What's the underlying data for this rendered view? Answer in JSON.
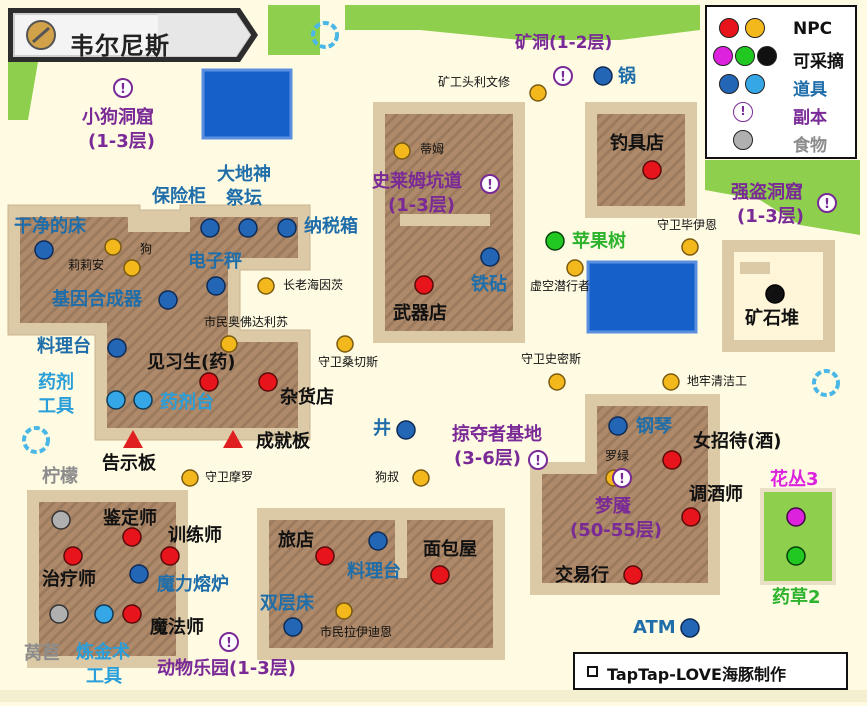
{
  "title": "韦尔尼斯",
  "legend": {
    "npc": "NPC",
    "gather": "可采摘",
    "item": "道具",
    "dungeon": "副本",
    "food": "食物",
    "dungeon_marker": "!"
  },
  "credit": "TapTap-LOVE海豚制作",
  "colors": {
    "ground": "#fffbe3",
    "grass": "#8ed04d",
    "building_border": "#dcc9a6",
    "building_floor": "#a98466",
    "water": "#1560c9",
    "npc_red": "#e8141b",
    "npc_yellow": "#f2b81c",
    "item_blue": "#2266b5",
    "item_cyan": "#35a7e6",
    "gather_green": "#22c822",
    "gather_magenta": "#dd22dd",
    "food_gray": "#b0b0b0"
  },
  "labels": {
    "mine": "矿洞(1-2层)",
    "mine_foreman": "矿工头利文修",
    "pot": "锅",
    "puppy_cave": "小狗洞窟",
    "puppy_cave_floors": "(1-3层)",
    "slime_tunnel": "史莱姆坑道",
    "slime_tunnel_floors": "(1-3层)",
    "tim": "蒂姆",
    "fishing_shop": "钓具店",
    "bandit_cave": "强盗洞窟",
    "bandit_cave_floors": "(1-3层)",
    "guard_biyien": "守卫毕伊恩",
    "apple_tree": "苹果树",
    "void_diver": "虚空潜行者",
    "ore_pile": "矿石堆",
    "earth_god": "大地神",
    "altar": "祭坛",
    "safe": "保险柜",
    "clean_bed": "干净的床",
    "tax_box": "纳税箱",
    "dog": "狗",
    "lilian": "莉莉安",
    "e_scale": "电子秤",
    "elder": "长老海因茨",
    "gene_synth": "基因合成器",
    "anvil": "铁砧",
    "weapon_shop": "武器店",
    "citizen_aodd": "市民奥佛达利苏",
    "cooking_table": "料理台",
    "apprentice": "见习生(药)",
    "guard_sangqie": "守卫桑切斯",
    "guard_shimi": "守卫史密斯",
    "dungeon_cleaner": "地牢清洁工",
    "potion_tool": "药剂",
    "potion_tool2": "工具",
    "potion_table": "药剂台",
    "general_store": "杂货店",
    "well": "井",
    "raider_base": "掠夺者基地",
    "raider_base_floors": "(3-6层)",
    "piano": "钢琴",
    "maid_bar": "女招待(酒)",
    "notice_board": "告示板",
    "achievement_board": "成就板",
    "guard_moluo": "守卫摩罗",
    "uncle_dog": "狗叔",
    "luolv": "罗绿",
    "nightmare": "梦魇",
    "nightmare_floors": "(50-55层)",
    "bartender": "调酒师",
    "lemon": "柠檬",
    "appraiser": "鉴定师",
    "trainer": "训练师",
    "healer": "治疗师",
    "magic_furnace": "魔力熔炉",
    "mage": "魔法师",
    "inn": "旅店",
    "bakery": "面包屋",
    "cooking_table2": "料理台",
    "bunk_bed": "双层床",
    "citizen_layi": "市民拉伊迪恩",
    "trade": "交易行",
    "atm": "ATM",
    "flower_bush": "花丛3",
    "herb": "药草2",
    "lettuce": "莴苣",
    "alchemy": "炼金术",
    "alchemy2": "工具",
    "zoo": "动物乐园(1-3层)"
  }
}
